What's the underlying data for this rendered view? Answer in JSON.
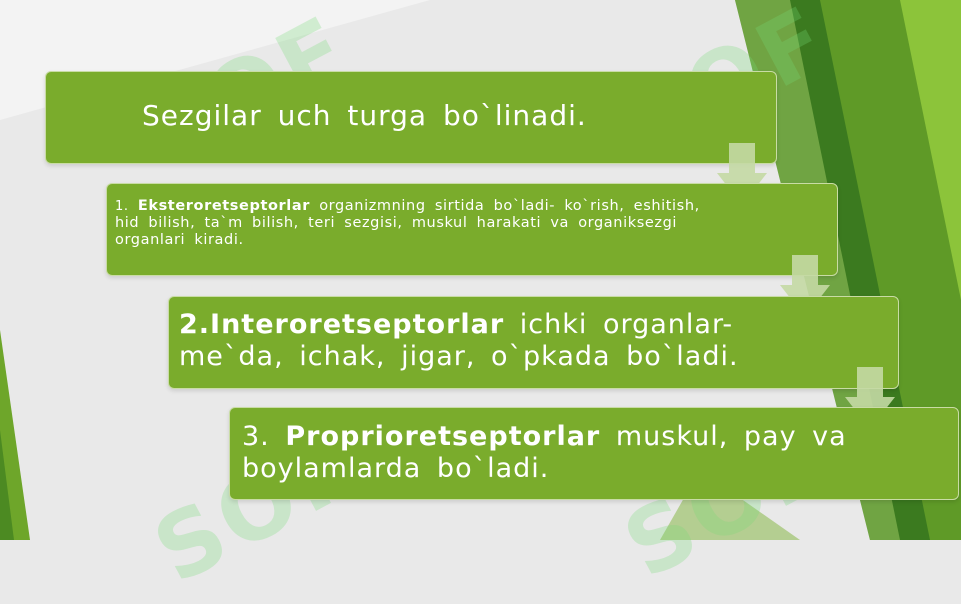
{
  "slide": {
    "watermark_text": "SOF",
    "colors": {
      "background": "#e9e9e9",
      "box_fill": "#7aac2c",
      "box_border": "#c9dca5",
      "arrow_fill": "#c4d9a4",
      "band_dark": "#3b7a1f",
      "band_mid": "#5f9a27",
      "band_light": "#8cc43a",
      "text": "#ffffff"
    },
    "heading": {
      "text": "Sezgilar  uch  turga  bo`linadi."
    },
    "item1": {
      "number": "1.",
      "term": "Eksteroretseptorlar",
      "rest": " organizmning  sirtida  bo`ladi- ko`rish, eshitish,  hid  bilish,  ta`m  bilish,  teri  sezgisi,  muskul harakati va  organiksezgi  organlari  kiradi."
    },
    "item2": {
      "term": "2.Interoretseptorlar",
      "rest": " ichki  organlar-me`da,  ichak,  jigar,  o`pkada  bo`ladi."
    },
    "item3": {
      "number": "3. ",
      "term": "Proprioretseptorlar",
      "rest": "  muskul,  pay va  boylamlarda  bo`ladi."
    }
  }
}
